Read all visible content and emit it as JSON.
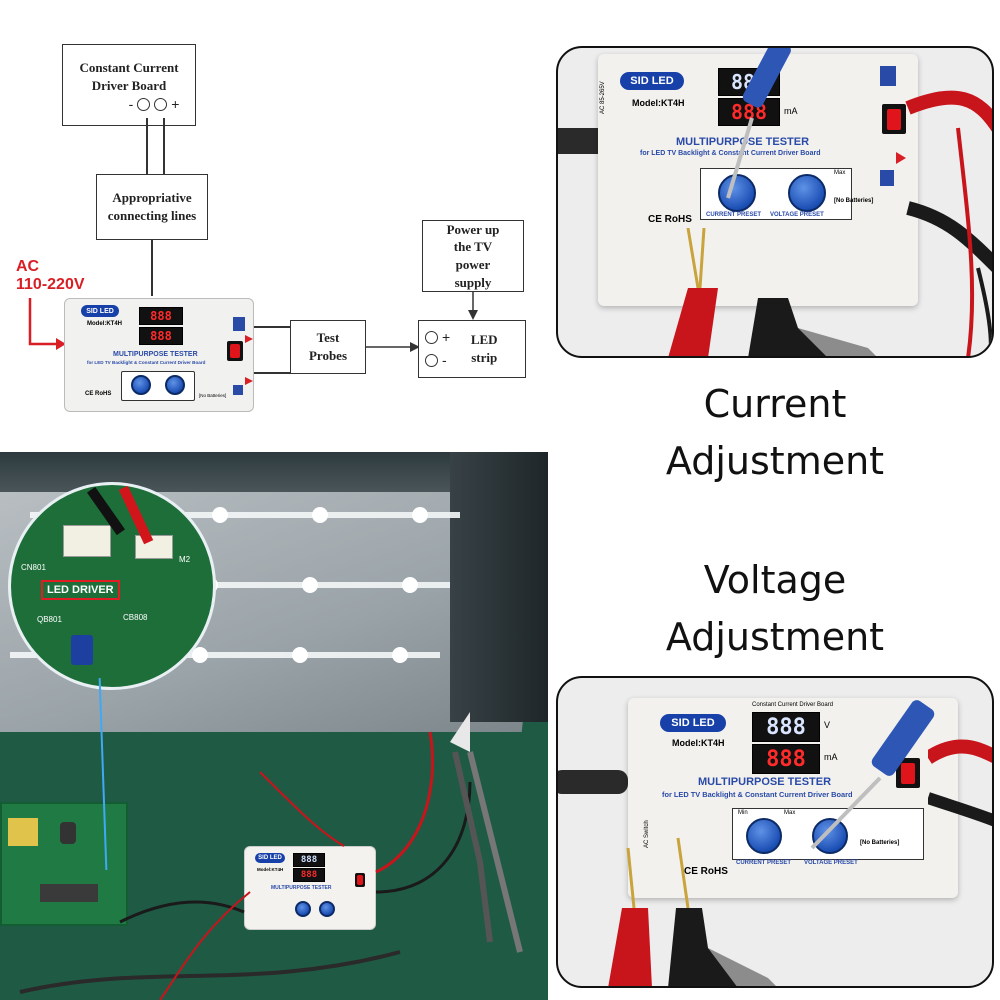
{
  "diagram": {
    "driver_board": {
      "title": "Constant Current Driver Board",
      "minus": "-",
      "plus": "+"
    },
    "connecting_lines": "Appropriative connecting lines",
    "ac_input": {
      "line1": "AC",
      "line2": "110-220V"
    },
    "test_probes": "Test Probes",
    "power_supply": "Power up the TV power supply",
    "led_strip": {
      "plus": "+",
      "minus": "-",
      "label": "LED strip"
    }
  },
  "device": {
    "logo": "SID LED",
    "model": "Model:KT4H",
    "title": "MULTIPURPOSE TESTER",
    "subtitle": "for LED TV Backlight & Constant Current Driver Board",
    "display_top": "888",
    "display_bottom": "888",
    "unit_v": "V",
    "unit_ma": "mA",
    "header_small": "Constant Current Driver Board",
    "current_preset": "CURRENT PRESET",
    "voltage_preset": "VOLTAGE PRESET",
    "no_batteries": "[No Batteries]",
    "ac_label": "AC 85-265V",
    "ac_switch": "AC Switch",
    "min": "Min",
    "max": "Max",
    "rohs": "CE RoHS"
  },
  "photo": {
    "callout": "LED DRIVER",
    "components": [
      "CN801",
      "CB808",
      "QB801",
      "M2"
    ]
  },
  "captions": {
    "current_line1": "Current",
    "current_line2": "Adjustment",
    "voltage_line1": "Voltage",
    "voltage_line2": "Adjustment"
  },
  "colors": {
    "arrow_red": "#d81f26",
    "knob_blue": "#1c4fb4",
    "pcb_green": "#1f7a44",
    "mat_green": "#1f5a45"
  }
}
